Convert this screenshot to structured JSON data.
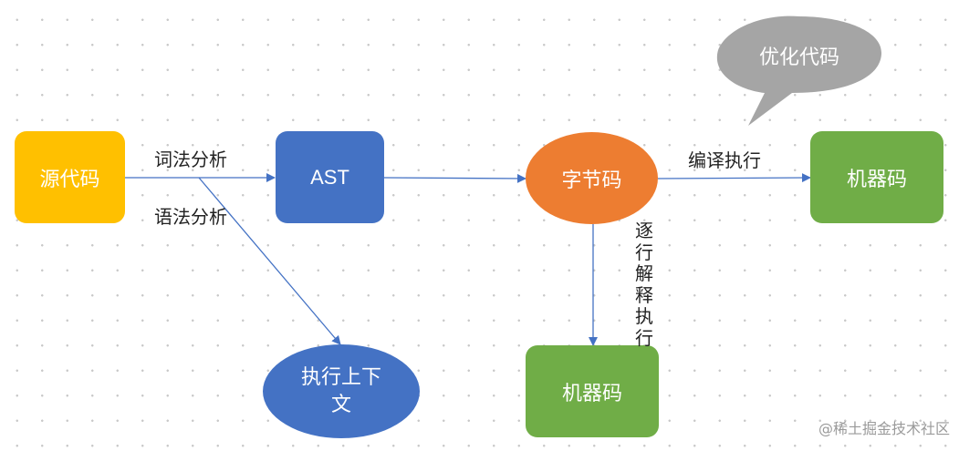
{
  "colors": {
    "yellow": "#ffc000",
    "blue": "#4472c4",
    "orange": "#ed7d31",
    "green": "#70ad47",
    "gray": "#a5a5a5",
    "edge": "#4472c4"
  },
  "nodes": {
    "source_code": "源代码",
    "ast": "AST",
    "bytecode": "字节码",
    "machine_code_right": "机器码",
    "machine_code_bottom": "机器码",
    "exec_context": "执行上下文",
    "optimize_callout": "优化代码"
  },
  "edge_labels": {
    "lexical": "词法分析",
    "syntax": "语法分析",
    "compile_exec": "编译执行",
    "interpret": "逐行解释执行"
  },
  "watermark": "@稀土掘金技术社区"
}
